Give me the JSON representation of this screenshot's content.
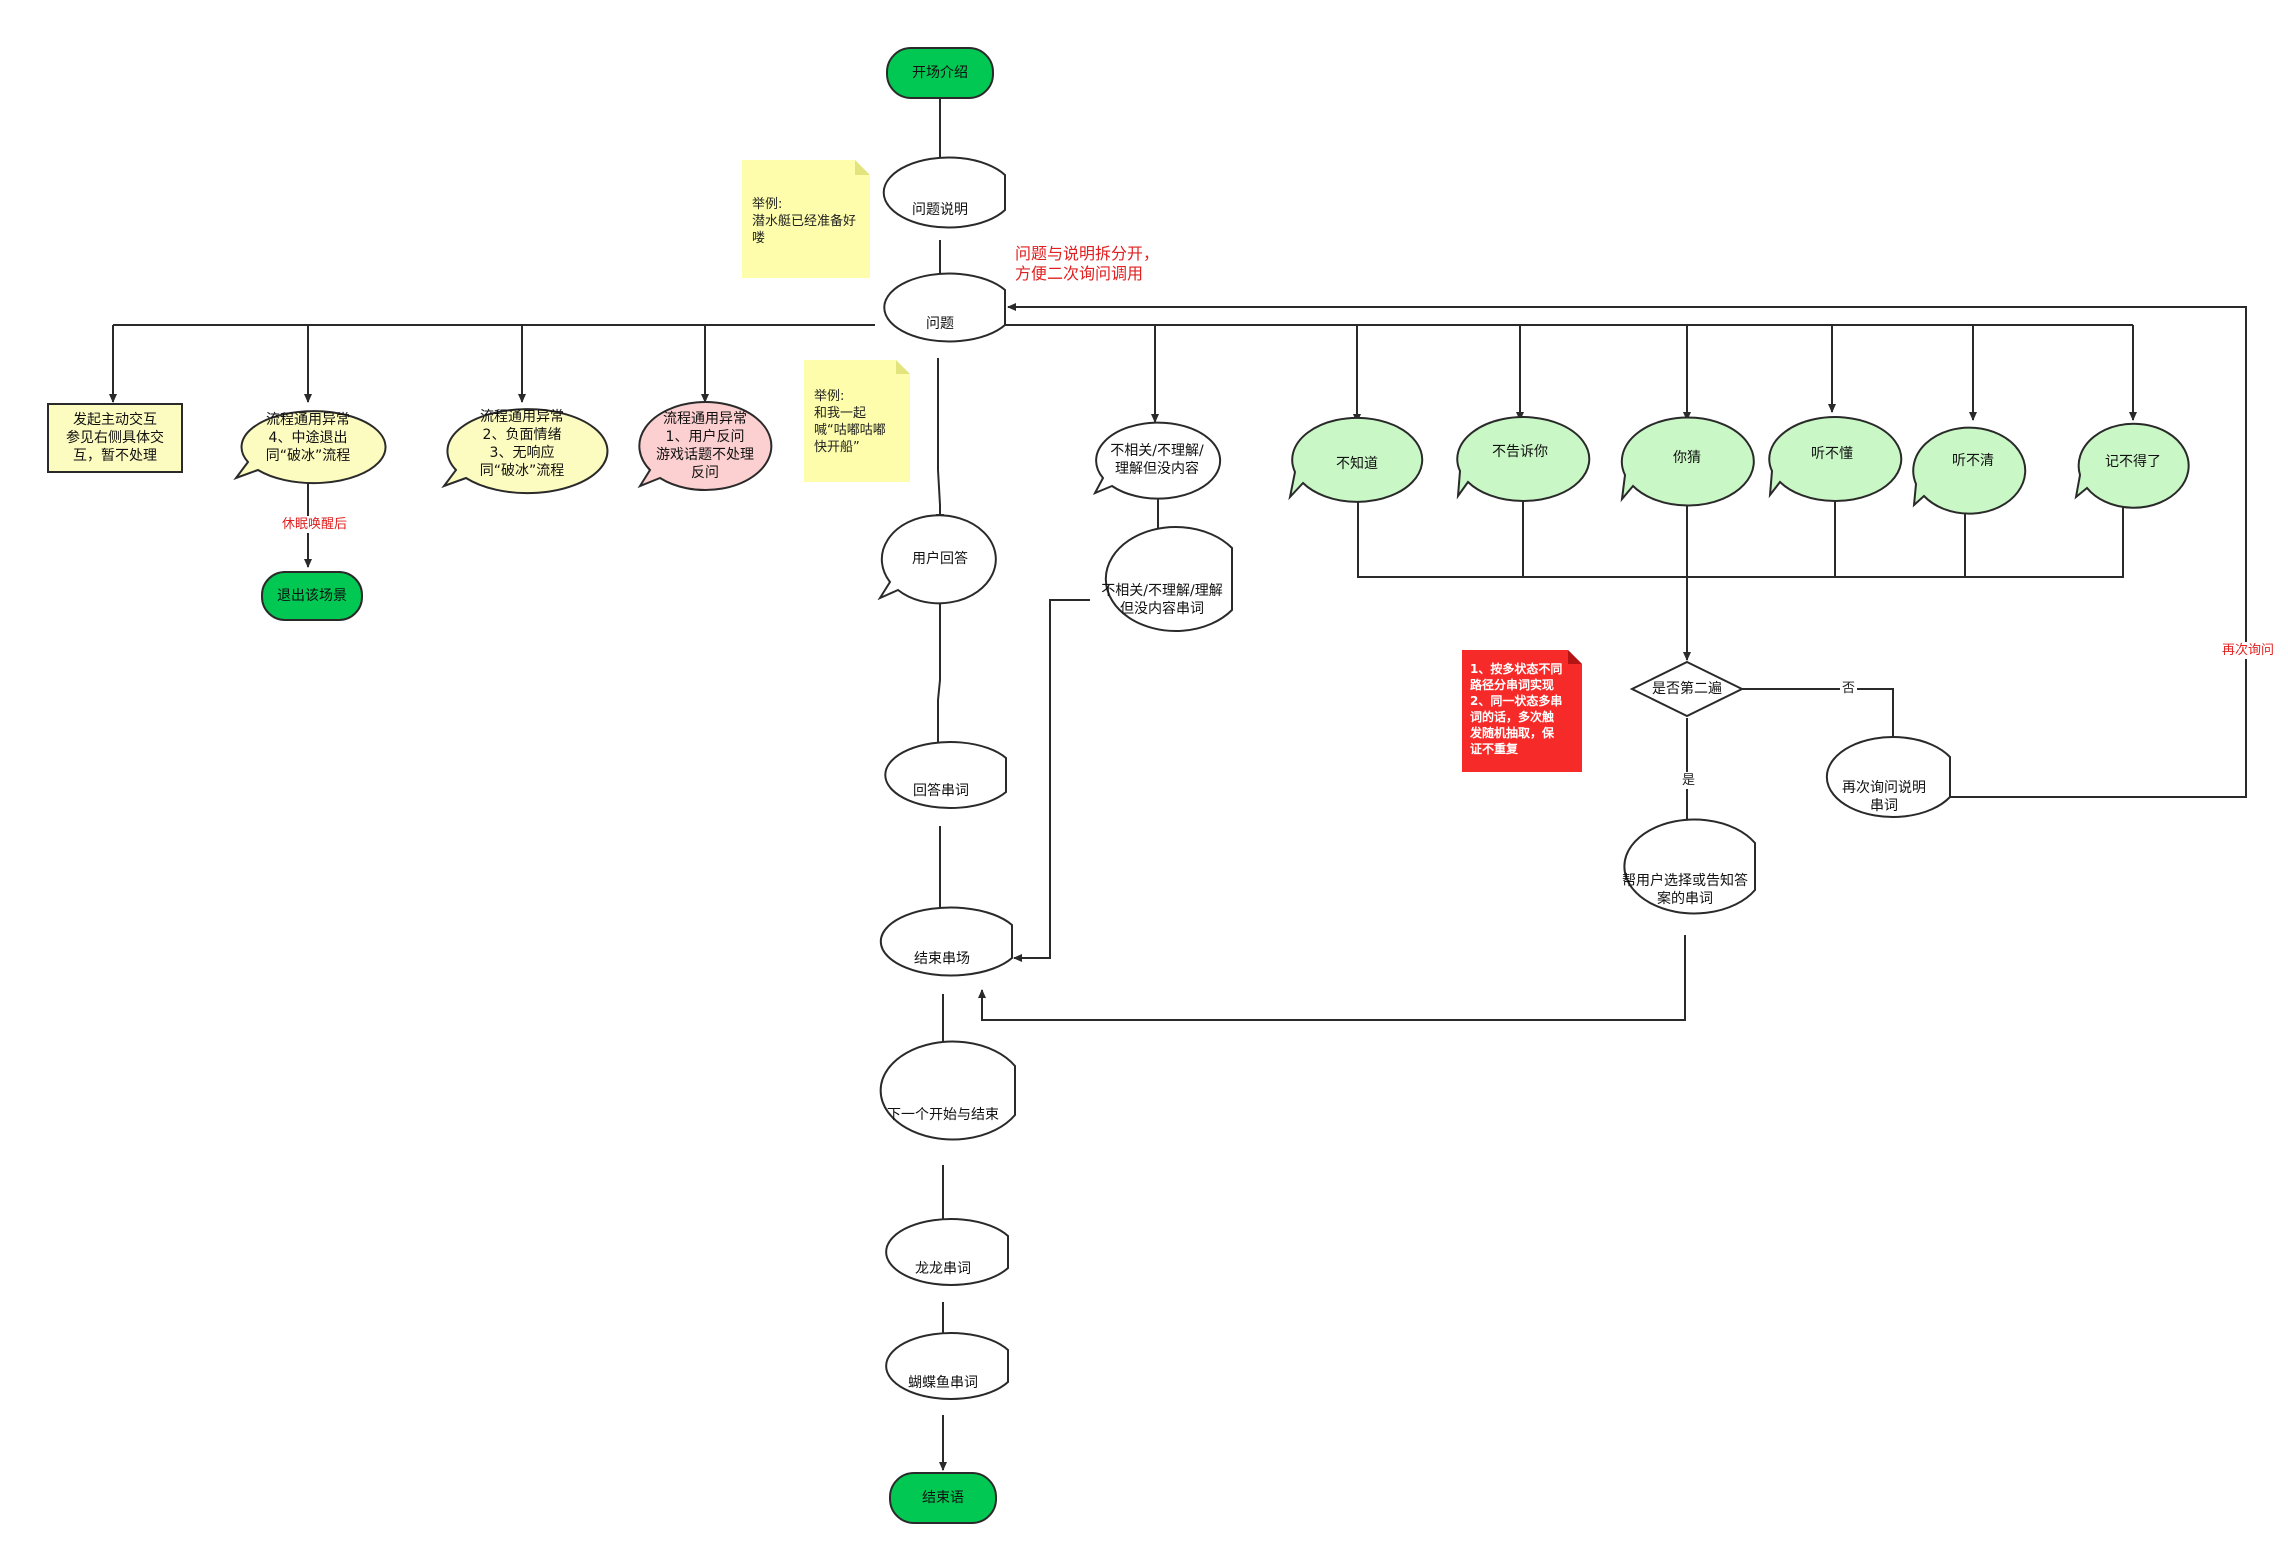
{
  "nodes": {
    "start": "开场介绍",
    "problem_desc": "问题说明",
    "problem": "问题",
    "active_interact": "发起主动交互\n参见右侧具体交\n互，暂不处理",
    "exc_quit": "流程通用异常\n4、中途退出\n同“破冰”流程",
    "exc_negative": "流程通用异常\n2、负面情绪\n3、无响应\n同“破冰”流程",
    "exc_ask_back": "流程通用异常\n1、用户反问\n游戏话题不处理\n反问",
    "exit_scene": "退出该场景",
    "irrelevant": "不相关/不理解/\n理解但没内容",
    "irrelevant_line": "不相关/不理解/理解\n但没内容串词",
    "dont_know": "不知道",
    "wont_tell": "不告诉你",
    "you_guess": "你猜",
    "dont_understand": "听不懂",
    "cant_hear": "听不清",
    "forgot": "记不得了",
    "user_answer": "用户回答",
    "answer_line": "回答串词",
    "end_line": "结束串场",
    "next_start_end": "下一个开始与结束",
    "longlong_line": "龙龙串词",
    "butterfly_line": "蝴蝶鱼串词",
    "ending": "结束语",
    "second_time": "是否第二遍",
    "help_user": "帮用户选择或告知答\n案的串词",
    "ask_again_line": "再次询问说明\n串词"
  },
  "notes": {
    "example1": "举例:\n潜水艇已经准备好\n喽",
    "example2": "举例:\n和我一起\n喊“咕嘟咕嘟\n快开船”",
    "red_note": "1、按多状态不同\n路径分串词实现\n2、同一状态多串\n词的话，多次触\n发随机抽取，保\n证不重复"
  },
  "annotations": {
    "split_note": "问题与说明拆分开，\n方便二次询问调用",
    "sleep_wake": "休眠唤醒后",
    "ask_again": "再次询问",
    "yes": "是",
    "no": "否"
  },
  "colors": {
    "green_terminal": "#00c853",
    "light_green": "#c9f7c6",
    "light_yellow": "#fdfcc0",
    "light_pink": "#fcd0d0",
    "note_yellow": "#fdfdab",
    "note_red": "#f72a2a",
    "annotation_red": "#e02020",
    "stroke": "#2a2a2a"
  }
}
